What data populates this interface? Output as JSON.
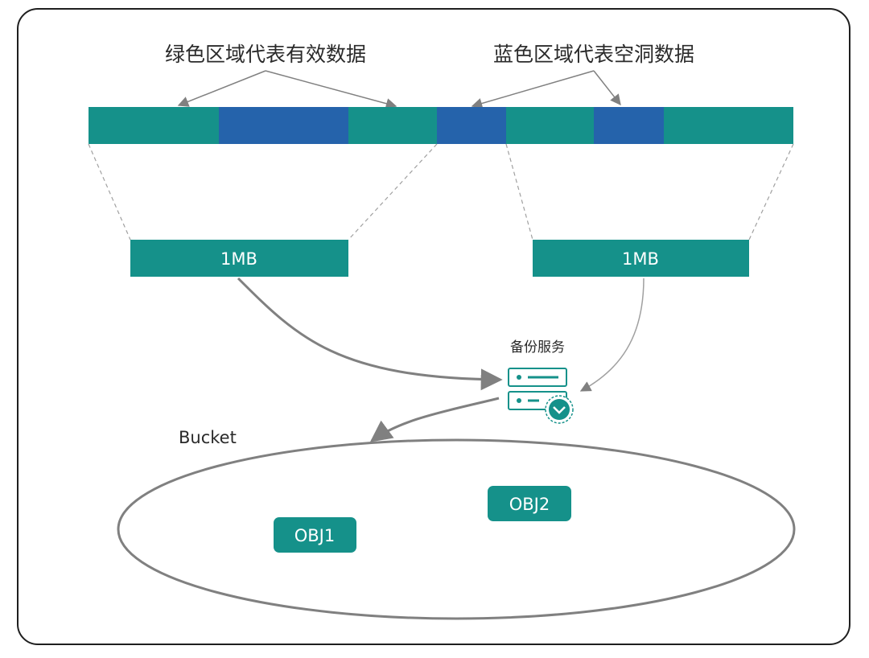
{
  "colors": {
    "valid": "#15918a",
    "hole": "#2563ab",
    "arrow": "#808080",
    "obj": "#15918a"
  },
  "labels": {
    "valid_note": "绿色区域代表有效数据",
    "hole_note": "蓝色区域代表空洞数据",
    "service": "备份服务",
    "bucket": "Bucket"
  },
  "blocks": [
    {
      "label": "1MB"
    },
    {
      "label": "1MB"
    }
  ],
  "objects": [
    {
      "label": "OBJ1"
    },
    {
      "label": "OBJ2"
    }
  ],
  "icons": {
    "service": "backup-server-icon"
  }
}
